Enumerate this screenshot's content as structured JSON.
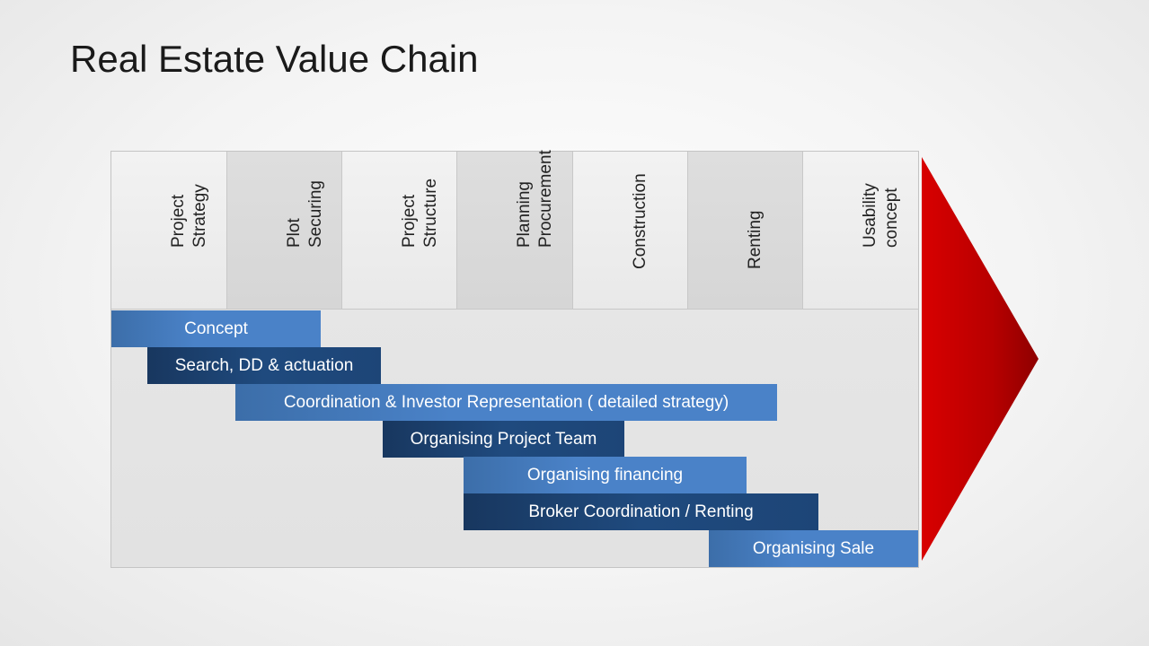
{
  "slide": {
    "title": "Real Estate Value Chain"
  },
  "phases": [
    {
      "lines": [
        "Project",
        "Strategy"
      ]
    },
    {
      "lines": [
        "Plot",
        "Securing"
      ]
    },
    {
      "lines": [
        "Project",
        "Structure"
      ]
    },
    {
      "lines": [
        "Planning",
        "Procurement"
      ]
    },
    {
      "lines": [
        "Construction"
      ]
    },
    {
      "lines": [
        "Renting"
      ]
    },
    {
      "lines": [
        "Usability",
        "concept"
      ]
    }
  ],
  "activities": [
    {
      "label": "Concept"
    },
    {
      "label": "Search, DD & actuation"
    },
    {
      "label": "Coordination & Investor Representation ( detailed strategy)"
    },
    {
      "label": "Organising  Project Team"
    },
    {
      "label": "Organising  financing"
    },
    {
      "label": "Broker Coordination / Renting"
    },
    {
      "label": "Organising  Sale"
    }
  ],
  "colors": {
    "bar_light": "#4a82c8",
    "bar_dark": "#1f4a7e",
    "arrow_red": "#c00000"
  }
}
